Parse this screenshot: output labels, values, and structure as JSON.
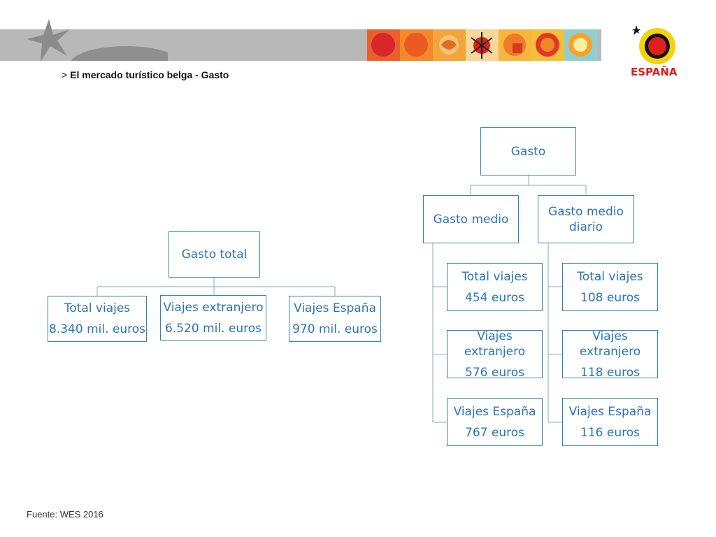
{
  "header": {
    "breadcrumb_sep": ">",
    "title": "El mercado turístico belga - Gasto",
    "logo_text": "ESPAÑA"
  },
  "colors": {
    "node_border": "#2e86c1",
    "node_text": "#2b73b5",
    "connector": "#8aaabb",
    "banner": "#b8b8b8"
  },
  "tree_total": {
    "root": "Gasto total",
    "children": [
      {
        "label": "Total viajes",
        "value": "8.340 mil. euros"
      },
      {
        "label": "Viajes extranjero",
        "value": "6.520 mil. euros"
      },
      {
        "label": "Viajes España",
        "value": "970 mil. euros"
      }
    ]
  },
  "tree_gasto": {
    "root": "Gasto",
    "branches": [
      {
        "label": "Gasto medio",
        "items": [
          {
            "label": "Total viajes",
            "value": "454 euros"
          },
          {
            "label": "Viajes extranjero",
            "value": "576 euros"
          },
          {
            "label": "Viajes España",
            "value": "767 euros"
          }
        ]
      },
      {
        "label_line1": "Gasto medio",
        "label_line2": "diario",
        "items": [
          {
            "label": "Total viajes",
            "value": "108 euros"
          },
          {
            "label": "Viajes extranjero",
            "value": "118 euros"
          },
          {
            "label": "Viajes España",
            "value": "116 euros"
          }
        ]
      }
    ]
  },
  "footer": {
    "source": "Fuente: WES 2016"
  }
}
